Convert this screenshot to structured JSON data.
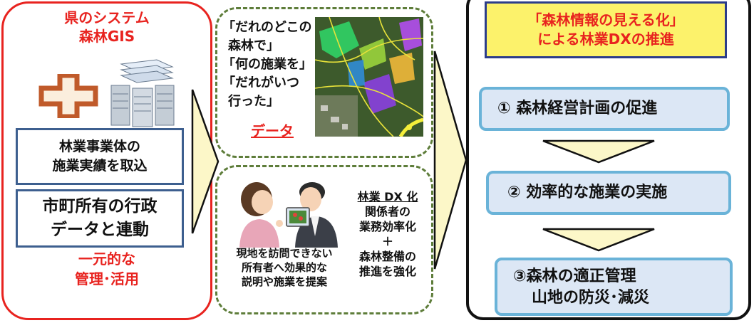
{
  "left": {
    "title_line1": "県のシステム",
    "title_line2": "森林GIS",
    "box1_line1": "林業事業体の",
    "box1_line2": "施業実績を取込",
    "box2_line1": "市町所有の行政",
    "box2_line2": "データと連動",
    "bottom_line1": "一元的な",
    "bottom_line2": "管理･活用"
  },
  "data_box": {
    "line1": "「だれのどこの",
    "line2": "森林で」",
    "line3": "「何の施業を」",
    "line4": "「だれがいつ",
    "line5": "行った」",
    "data_word": "データ"
  },
  "dx_box": {
    "caption_line1": "現地を訪問できない",
    "caption_line2": "所有者へ効果的な",
    "caption_line3": "説明や施業を提案",
    "title": "林業 DX 化",
    "line1": "関係者の",
    "line2": "業務効率化",
    "plus": "＋",
    "line3": "森林整備の",
    "line4": "推進を強化"
  },
  "right": {
    "header_line1": "「森林情報の見える化」",
    "header_line2": "による林業DXの推進",
    "step1": "① 森林経営計画の促進",
    "step2": "② 効率的な施業の実施",
    "step3_line1": "③森林の適正管理",
    "step3_line2": "山地の防災･減災"
  },
  "colors": {
    "red": "#e8231f",
    "navy": "#2c3d8a",
    "yellow": "#fcf26b",
    "step_fill": "#dce7f5",
    "step_border": "#6ab3d8",
    "arrow_fill": "#fcf7c8",
    "dash_green": "#5e7d3a"
  }
}
